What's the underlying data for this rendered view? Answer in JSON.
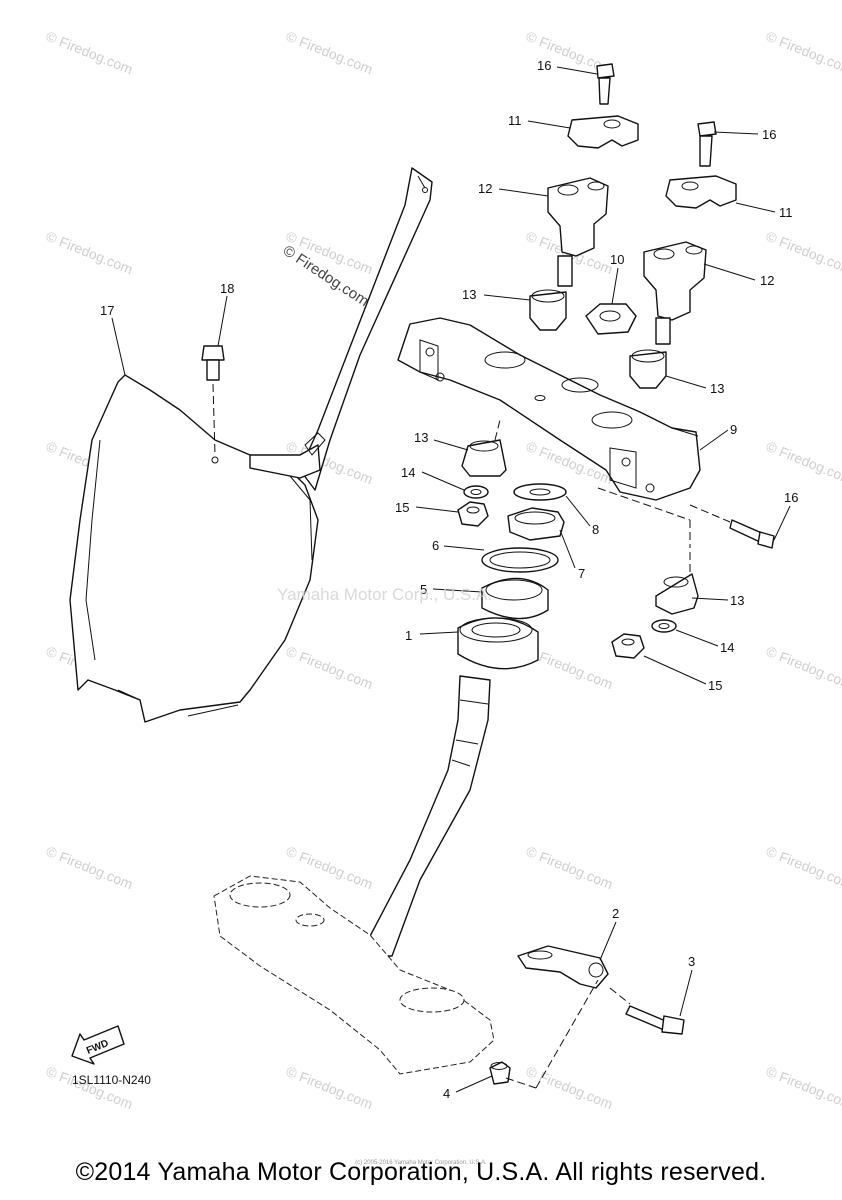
{
  "watermark": {
    "text": "© Firedog.com",
    "center_text": "© Firedog.com",
    "overlay_text": "Yamaha Motor Corp., U.S.A."
  },
  "diagram_code": "1SL1110-N240",
  "fwd_label": "FWD",
  "callouts": [
    "1",
    "2",
    "3",
    "4",
    "5",
    "6",
    "7",
    "8",
    "9",
    "10",
    "11",
    "12",
    "13",
    "14",
    "15",
    "16",
    "17",
    "18"
  ],
  "footer": "©2014 Yamaha Motor Corporation, U.S.A. All rights reserved.",
  "fine_print": "(c) 2005-2016 Yamaha Motor Corporation, U.S.A."
}
